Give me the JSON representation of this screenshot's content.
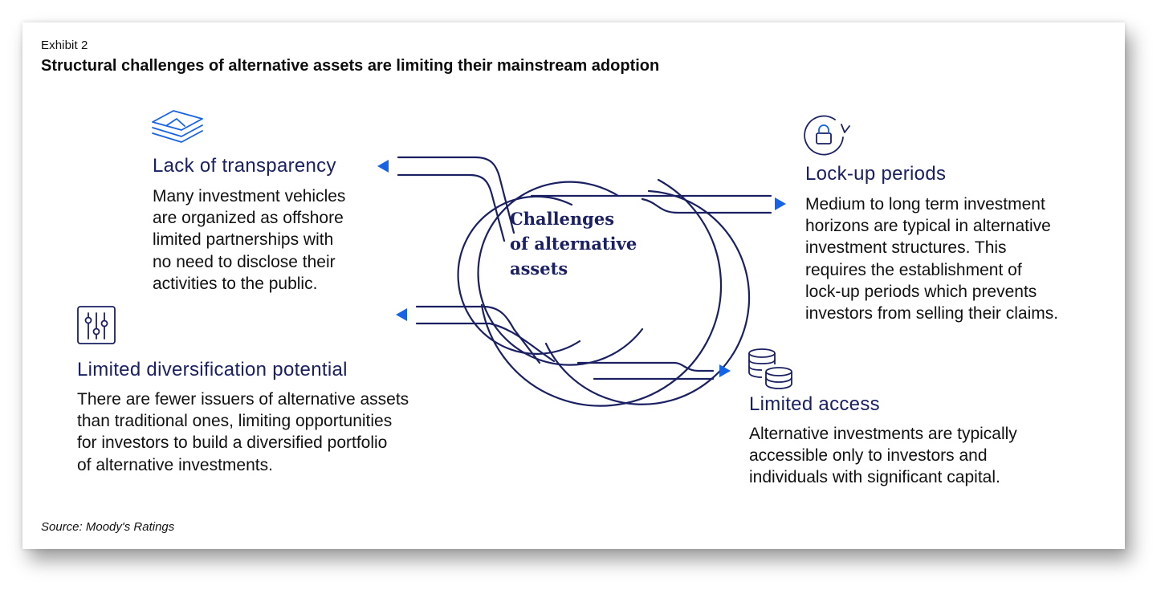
{
  "header": {
    "exhibit": "Exhibit 2",
    "title": "Structural challenges of alternative assets are limiting their mainstream adoption"
  },
  "center": {
    "label": "Challenges\nof alternative\nassets"
  },
  "challenges": {
    "transparency": {
      "heading": "Lack of transparency",
      "body": "Many investment vehicles\nare organized as offshore\nlimited partnerships with\nno need to disclose their\nactivities to the public.",
      "icon": "layers-icon"
    },
    "lockup": {
      "heading": "Lock-up periods",
      "body": "Medium to long term investment\nhorizons are typical in alternative\ninvestment structures. This\nrequires the establishment of\nlock-up periods which prevents\ninvestors from selling their claims.",
      "icon": "lock-cycle-icon"
    },
    "diversification": {
      "heading": "Limited diversification potential",
      "body": "There are fewer issuers of alternative assets\nthan traditional ones, limiting opportunities\nfor investors to build a diversified portfolio\nof alternative investments.",
      "icon": "sliders-icon"
    },
    "access": {
      "heading": "Limited access",
      "body": "Alternative investments are typically\naccessible only to investors and\nindividuals with significant capital.",
      "icon": "coins-stack-icon"
    }
  },
  "footer": {
    "source": "Source: Moody's Ratings"
  },
  "colors": {
    "navy": "#1a2062",
    "arrow_blue": "#1763e6",
    "text": "#111111"
  }
}
